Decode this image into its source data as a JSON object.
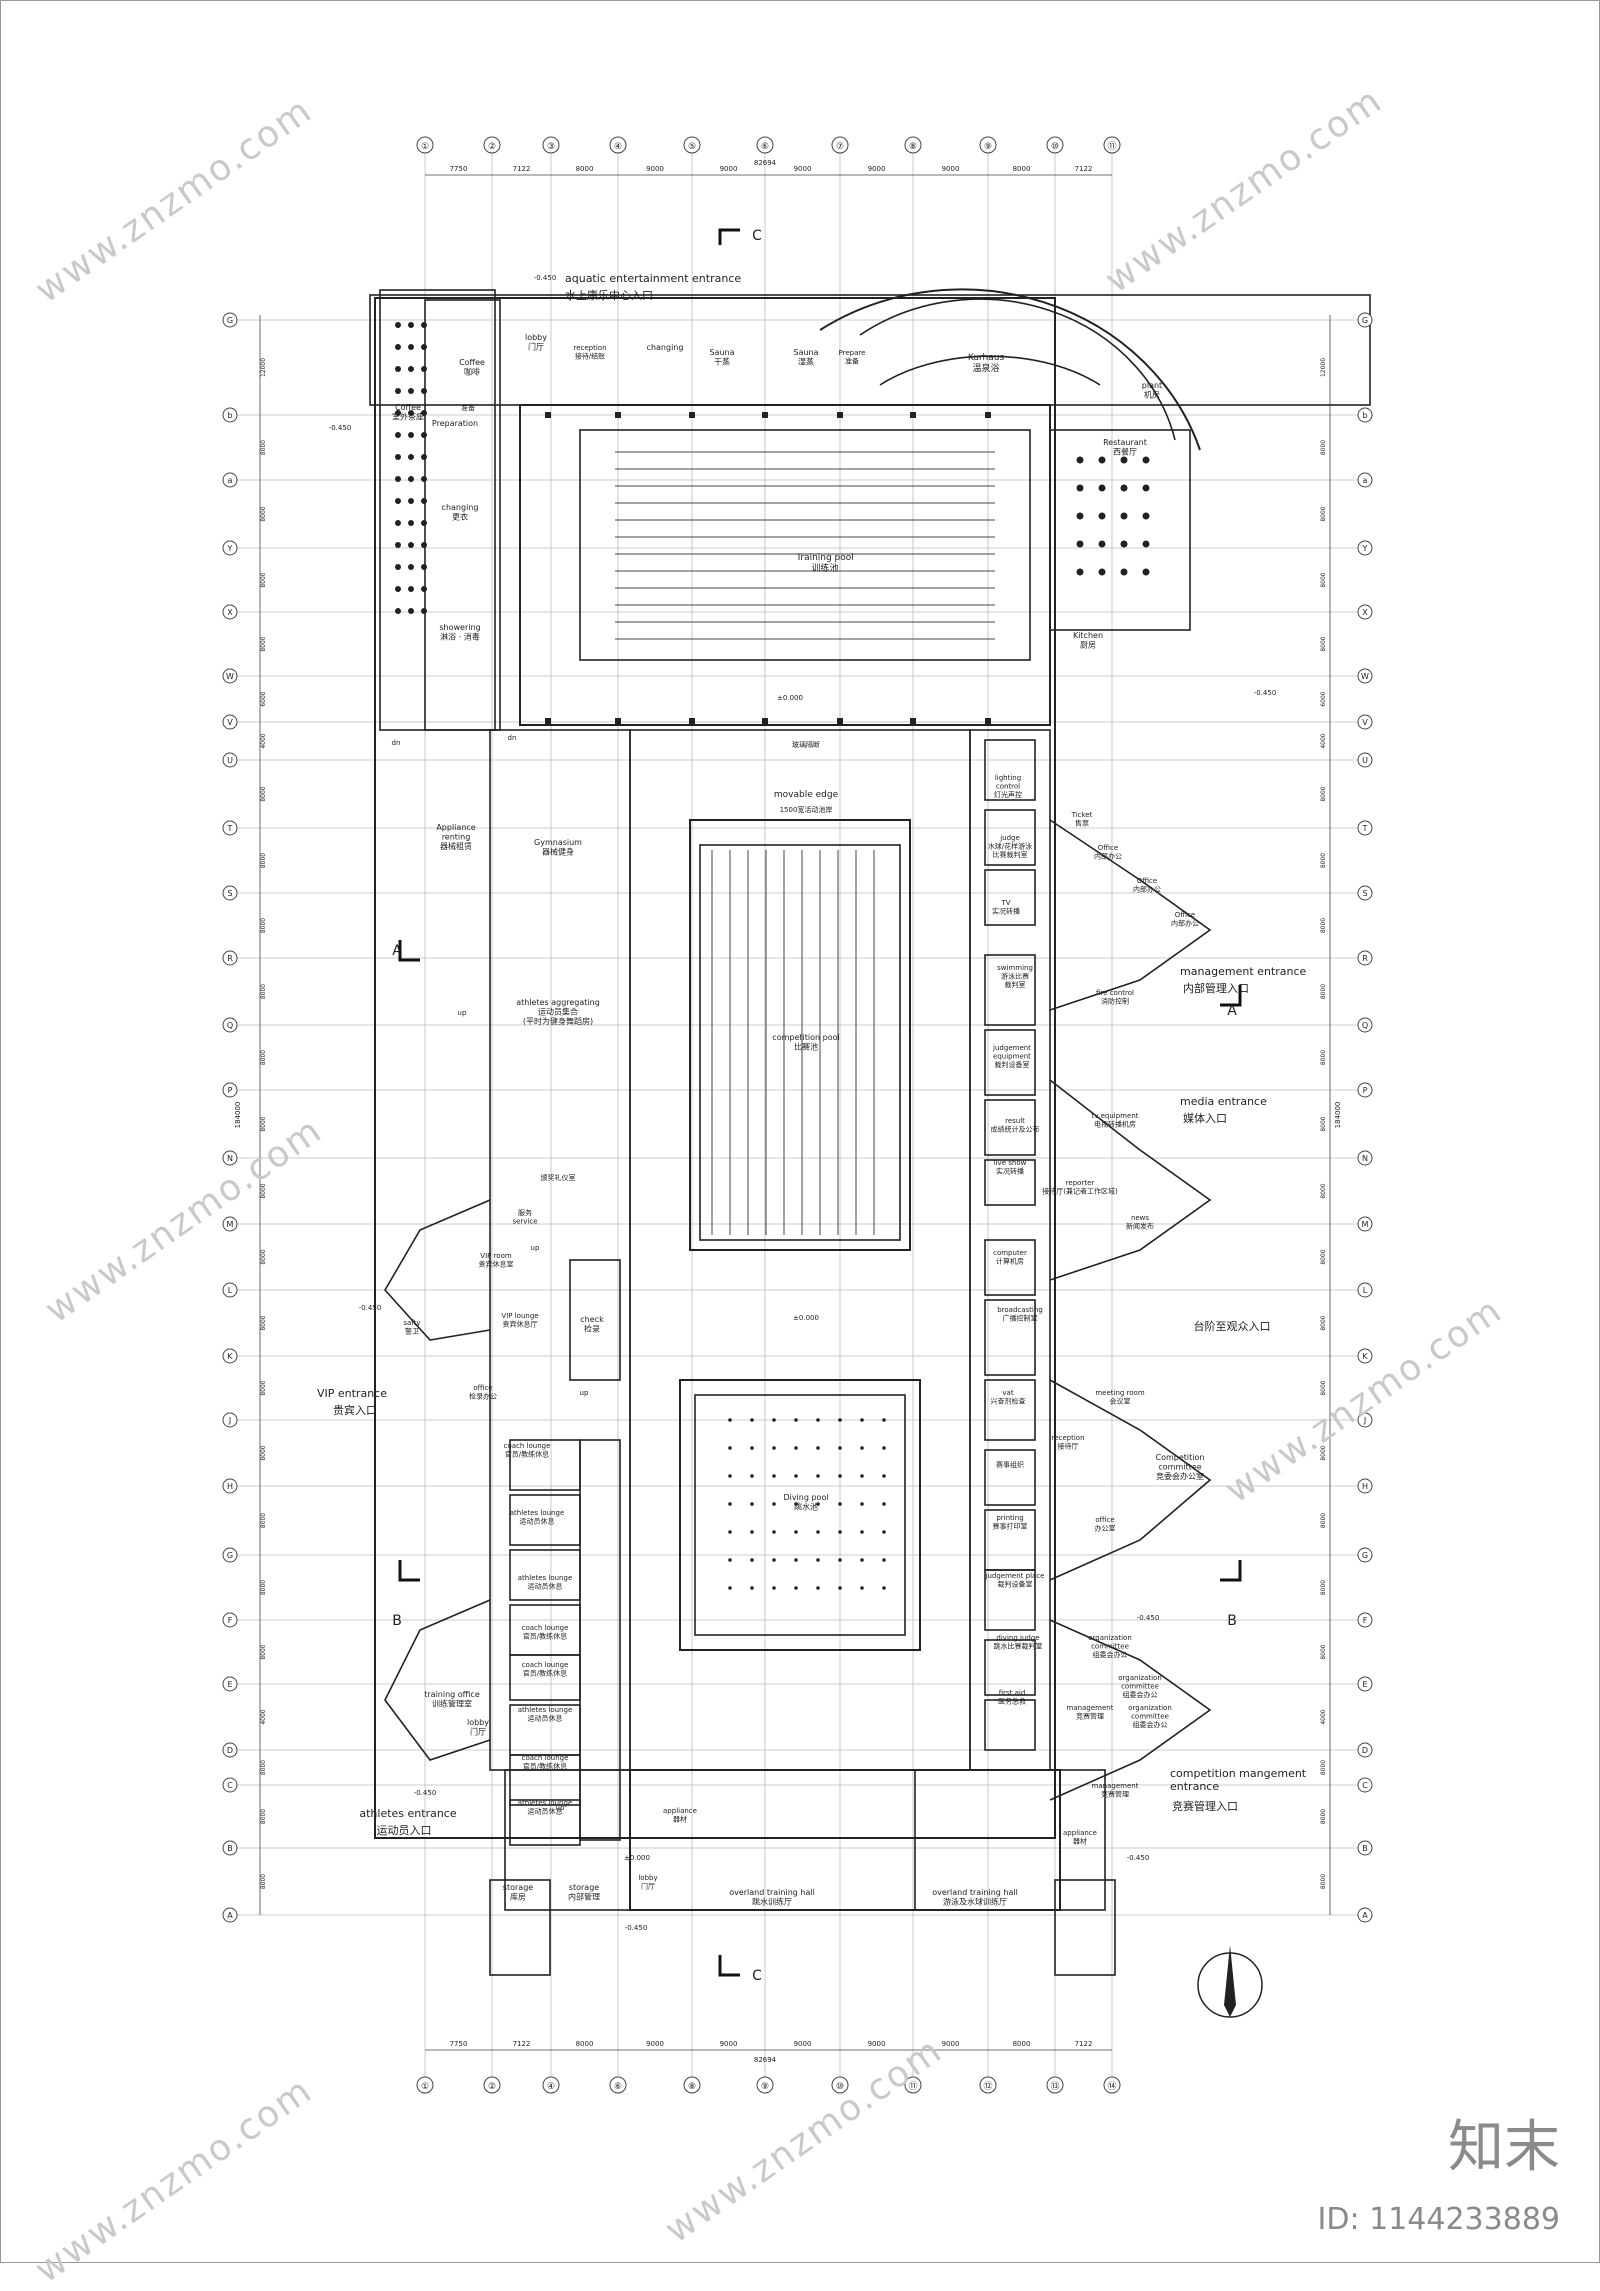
{
  "grid": {
    "cols": [
      "①",
      "②",
      "③",
      "④",
      "⑤",
      "⑥",
      "⑦",
      "⑧",
      "⑨",
      "⑩",
      "⑪"
    ],
    "cols_bottom": [
      "①",
      "②",
      "④",
      "⑥",
      "⑧",
      "⑨",
      "⑩",
      "⑪",
      "⑫",
      "⑬",
      "⑭"
    ],
    "dims_top": [
      "7750",
      "7122",
      "8000",
      "9000",
      "9000",
      "9000",
      "9000",
      "9000",
      "8000",
      "7122"
    ],
    "dims_bottom": [
      "7750",
      "7122",
      "8000",
      "9000",
      "9000",
      "9000",
      "9000",
      "9000",
      "8000",
      "7122"
    ],
    "total": "82694",
    "rows": [
      "G",
      "b",
      "a",
      "Y",
      "X",
      "W",
      "V",
      "U",
      "T",
      "S",
      "R",
      "Q",
      "P",
      "N",
      "M",
      "L",
      "K",
      "J",
      "H",
      "G",
      "F",
      "E",
      "D",
      "C",
      "B",
      "A"
    ],
    "row_dims": [
      "12000",
      "8000",
      "8000",
      "8000",
      "8000",
      "6000",
      "4000",
      "8000",
      "8000",
      "8000",
      "8000",
      "8000",
      "8000",
      "8000",
      "8000",
      "8000",
      "8000",
      "8000",
      "8000",
      "8000",
      "8000",
      "4000",
      "8000",
      "8000",
      "8000"
    ],
    "side_total": "184000"
  },
  "labels": {
    "aquatic_en": "aquatic entertainment entrance",
    "aquatic_cn": "水上康乐中心入口",
    "coffee": "Coffee\n咖啡",
    "coffee_out": "Coffee\n室外茶座",
    "prep": "Preparation",
    "prep_cn": "准备",
    "lobby": "lobby\n门厅",
    "reception": "reception\n接待/结账",
    "changing": "changing",
    "sauna1": "Sauna\n干蒸",
    "sauna2": "Sauna\n湿蒸",
    "prepare": "Prepare\n准备",
    "kurhaus": "Kurhaus\n温泉浴",
    "plant": "plant\n机房",
    "restaurant": "Restaurant\n西餐厅",
    "training_pool": "Training pool\n训练池",
    "changing_left": "changing\n更衣",
    "showering": "showering\n淋浴 · 消毒",
    "kitchen": "Kitchen\n厨房",
    "appliance": "Appliance\nrenting\n器械租赁",
    "gymnasium": "Gymnasium\n器械健身",
    "movable": "movable edge",
    "movable_cn": "1500宽活动池岸",
    "lighting": "lighting\ncontrol\n灯光声控",
    "judge": "judge\n水球/花样游泳\n比赛裁判室",
    "tv": "TV\n实况转播",
    "ticket": "Ticket\n售票",
    "office1": "Office\n内部办公",
    "office2": "Office\n内部办公",
    "office3": "Office\n内部办公",
    "mgmt_en": "management entrance",
    "mgmt_cn": "内部管理入口",
    "aggregating": "athletes aggregating\n运动员集合\n(平时为健身舞蹈房)",
    "competition_pool": "competition pool\n比赛池",
    "swimming": "swimming\n游泳比赛\n裁判室",
    "fire": "fire control\n消防控制",
    "judgement_eq": "judgement\nequipment\n裁判设备室",
    "media_en": "media entrance",
    "media_cn": "媒体入口",
    "tv_eq": "tv equipment\n电视转播机房",
    "result": "result\n成绩统计及公布",
    "live": "live show\n实况转播",
    "reporter": "reporter\n接待厅(兼记者工作区域)",
    "news": "news\n新闻发布",
    "award": "颁奖礼仪室",
    "service": "服务\nservice",
    "vip_room": "VIP room\n贵宾休息室",
    "vip_lounge": "VIP lounge\n贵宾休息厅",
    "check": "check\n检录",
    "safety": "safty\n警卫",
    "computer": "computer\n计算机房",
    "broadcasting": "broadcasting\n广播控制室",
    "stair_cn": "台阶至观众入口",
    "vip_en": "VIP entrance",
    "vip_cn": "贵宾入口",
    "office_check": "office\n检录办公",
    "vat": "vat\n兴奋剂检查",
    "meeting": "meeting room\n会议室",
    "coach1": "coach lounge\n官员/教练休息",
    "athletes1": "athletes lounge\n运动员休息",
    "athletes2": "athletes lounge\n运动员休息",
    "coach2": "coach lounge\n官员/教练休息",
    "coach3": "coach lounge\n官员/教练休息",
    "athletes3": "athletes lounge\n运动员休息",
    "athletes4": "athletes lounge\n运动员休息",
    "coach4": "coach lounge\n官员/教练休息",
    "athletes5": "athletes lounge\n运动员休息",
    "diving_pool": "Diving pool\n跳水池",
    "reception2": "reception\n接待厅",
    "competition_comm": "Competition\ncommittee\n竞委会办公室",
    "games_org": "赛事组织",
    "printing": "printing\n赛事打印室",
    "office_r": "office\n办公室",
    "judgement_place": "judgement place\n裁判设备室",
    "diving_judge": "diving judge\n跳水比赛裁判室",
    "org1": "organization\ncommittee\n组委会办公",
    "first_aid": "first aid\n医务急救",
    "management": "management\n竞赛管理",
    "org2": "organization\ncommittee\n组委会办公",
    "org3": "organization\ncommittee\n组委会办公",
    "training_office": "training office\n训练管理室",
    "lobby2": "lobby\n门厅",
    "athletes_en": "athletes entrance",
    "athletes_cn": "运动员入口",
    "appliance2": "appliance\n器材",
    "appliance3": "appliance\n器材",
    "management2": "management\n竞赛管理",
    "comp_mgmt_en": "competition mangement\nentrance",
    "comp_mgmt_cn": "竞赛管理入口",
    "lobby3": "lobby\n门厅",
    "storage1": "storage\n库房",
    "storage2": "storage\n内部管理",
    "overland1": "overland training hall\n跳水训练厅",
    "overland2": "overland training hall\n游泳及水球训练厅",
    "glass": "玻璃隔断",
    "lvl_000": "±0.000",
    "lvl_450": "-0.450",
    "up": "up",
    "dn": "dn",
    "sec_a": "A",
    "sec_b": "B",
    "sec_c": "C"
  },
  "footer": {
    "logo": "知末",
    "id": "ID: 1144233889"
  },
  "watermark": "www.znzmo.com"
}
